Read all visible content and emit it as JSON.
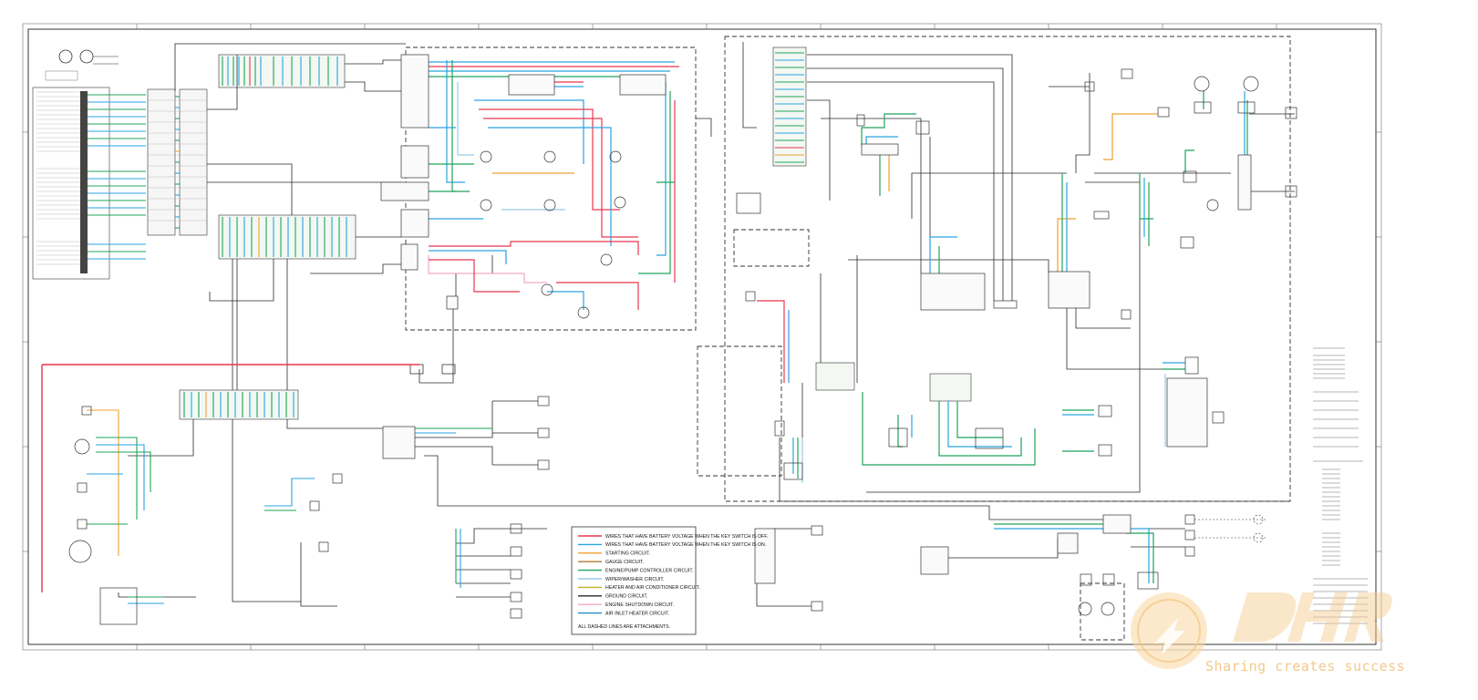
{
  "legend": {
    "items": [
      {
        "label": "WIRES THAT HAVE BATTERY VOLTAGE WHEN THE KEY SWITCH IS OFF.",
        "color": "#e8364f"
      },
      {
        "label": "WIRES THAT HAVE BATTERY VOLTAGE WHEN THE KEY SWITCH IS ON.",
        "color": "#2aa3e0"
      },
      {
        "label": "STARTING CIRCUIT.",
        "color": "#f0a030"
      },
      {
        "label": "GAUGE CIRCUIT.",
        "color": "#b0783c"
      },
      {
        "label": "ENGINE/PUMP CONTROLLER CIRCUIT.",
        "color": "#1fa35a"
      },
      {
        "label": "WIPER/WASHER CIRCUIT.",
        "color": "#9acbe8"
      },
      {
        "label": "HEATER AND AIR CONDITIONER CIRCUIT.",
        "color": "#c0b020"
      },
      {
        "label": "GROUND CIRCUIT.",
        "color": "#2a2a2a"
      },
      {
        "label": "ENGINE SHUTDOWN CIRCUIT.",
        "color": "#f4a6c6"
      },
      {
        "label": "AIR INLET HEATER CIRCUIT.",
        "color": "#1e90c8"
      }
    ],
    "note": "ALL DASHED LINES ARE ATTACHMENTS."
  },
  "watermark": {
    "slogan": "Sharing creates success"
  },
  "colors": {
    "battery_off": "#e8364f",
    "battery_on": "#2aa3e0",
    "starting": "#f0a030",
    "engine_controller": "#1fa35a",
    "ground": "#2a2a2a",
    "watermark": "#f5c98a"
  }
}
